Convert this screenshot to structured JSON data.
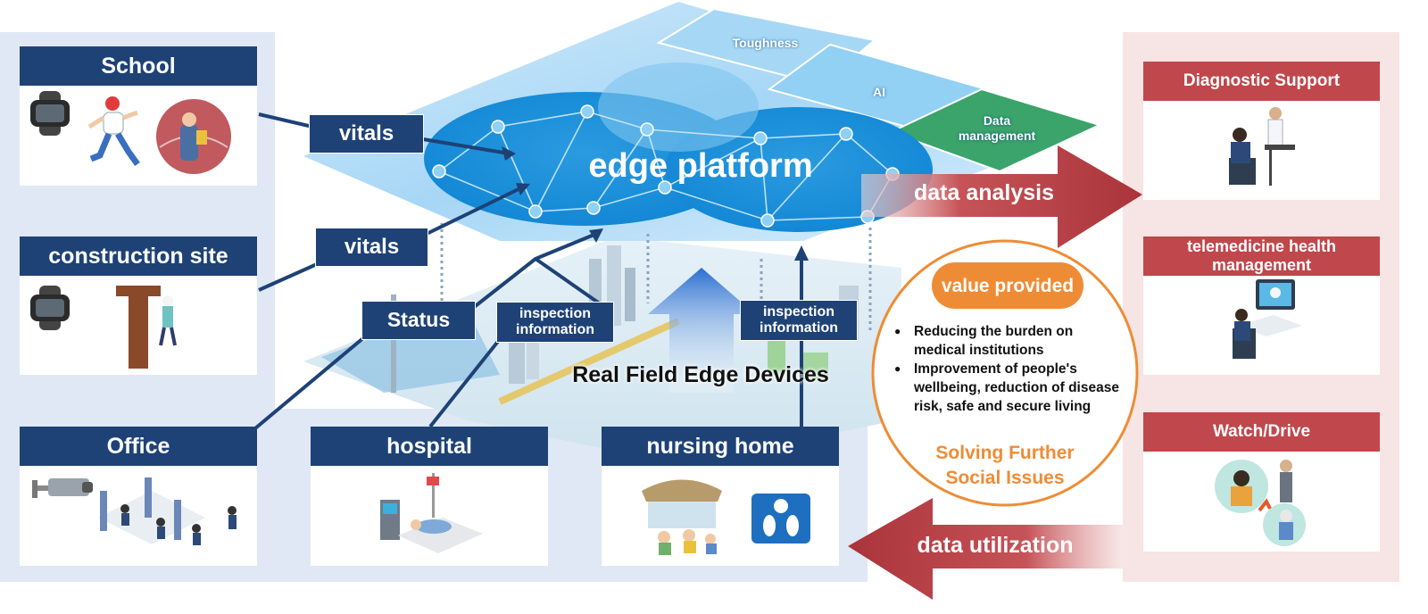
{
  "platform": {
    "title": "edge platform",
    "panels": {
      "toughness": "Toughness",
      "ai": "AI",
      "data_management": "Data management"
    }
  },
  "sources": {
    "school": "School",
    "construction": "construction site",
    "office": "Office",
    "hospital": "hospital",
    "nursing": "nursing home"
  },
  "flows": {
    "vitals_1": "vitals",
    "vitals_2": "vitals",
    "status": "Status",
    "inspection_1": "inspection information",
    "inspection_2": "inspection information",
    "edge_devices": "Real Field Edge Devices"
  },
  "arrows": {
    "analysis": "data analysis",
    "utilization": "data utilization"
  },
  "value": {
    "title": "value provided",
    "items": [
      "Reducing the burden on medical institutions",
      "Improvement of people's wellbeing, reduction of disease risk, safe and secure living"
    ],
    "footer": "Solving Further Social Issues"
  },
  "services": {
    "diagnostic": "Diagnostic Support",
    "telemedicine": "telemedicine health management",
    "watch": "Watch/Drive"
  },
  "colors": {
    "navy": "#1e4276",
    "red_title": "#c0474c",
    "orange": "#ee8c35",
    "platform_blue": "#1a8fd8",
    "left_panel": "#dfe8f4",
    "right_panel": "#f7e4e4"
  }
}
